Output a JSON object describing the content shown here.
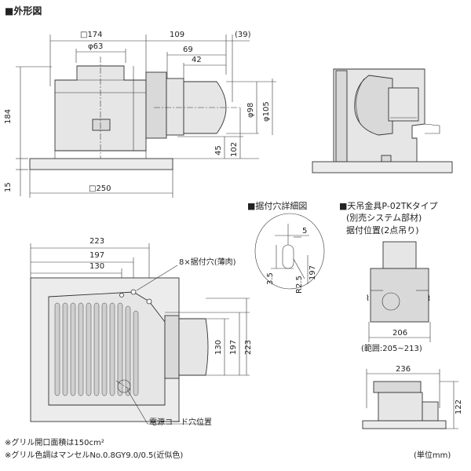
{
  "titles": {
    "main": "■外形図",
    "mount_hole_detail": "■据付穴詳細図",
    "hanger_title": "■天吊金具P-02TKタイプ",
    "hanger_sub": "(別売システム部材)",
    "hanger_pos": "据付位置(2点吊り)"
  },
  "dims_front": {
    "box_width": "□174",
    "outlet_offset": "109",
    "outlet_proj": "(39)",
    "diam63": "φ63",
    "d69": "69",
    "d42": "42",
    "height184": "184",
    "phi98": "φ98",
    "phi105": "φ105",
    "d45": "45",
    "d102": "102",
    "d15": "15",
    "panel_width": "□250"
  },
  "dims_plan": {
    "d223": "223",
    "d197": "197",
    "d130": "130",
    "holes": "8×据付穴(薄肉)",
    "v130": "130",
    "v197": "197",
    "v223": "223",
    "cord_hole": "電源コード穴位置"
  },
  "dims_detail": {
    "d5": "5",
    "d35": "3.5",
    "r25": "R2.5",
    "d197": "197"
  },
  "dims_hanger": {
    "d206": "206",
    "range": "(範囲:205~213)",
    "d236": "236",
    "d122": "122"
  },
  "notes": {
    "note1": "※グリル開口面積は150cm²",
    "note2": "※グリル色調はマンセルNo.0.8GY9.0/0.5(近似色)",
    "unit": "(単位mm)"
  }
}
